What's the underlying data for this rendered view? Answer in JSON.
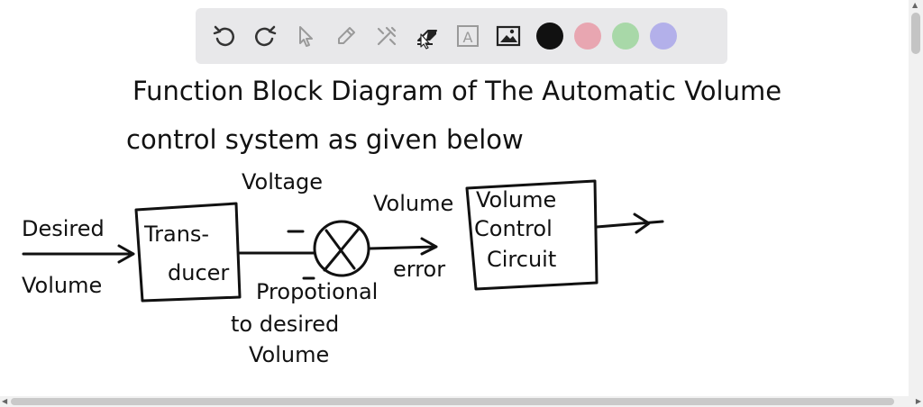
{
  "toolbar": {
    "tools": [
      {
        "icon": "undo-icon"
      },
      {
        "icon": "redo-icon"
      },
      {
        "icon": "select-pointer-icon"
      },
      {
        "icon": "pen-icon"
      },
      {
        "icon": "tools-icon"
      },
      {
        "icon": "eraser-icon"
      },
      {
        "icon": "text-box-icon",
        "glyph": "A"
      },
      {
        "icon": "image-icon"
      }
    ],
    "colors": [
      "#111111",
      "#e8a6b1",
      "#a8d8a8",
      "#b3b0ea"
    ]
  },
  "note": {
    "title_line1": "Function Block Diagram of The Automatic Volume",
    "title_line2": "control system as given below",
    "input_line1": "Desired",
    "input_line2": "Volume",
    "block1_line1": "Trans-",
    "block1_line2": "ducer",
    "voltage": "Voltage",
    "minus_top": "−",
    "minus_bottom": "−",
    "proportional_line1": "Propotional",
    "proportional_line2": "to desired",
    "proportional_line3": "Volume",
    "volume_error_line1": "Volume",
    "volume_error_line2": "error",
    "block2_line1": "Volume",
    "block2_line2": "Control",
    "block2_line3": "Circuit"
  }
}
